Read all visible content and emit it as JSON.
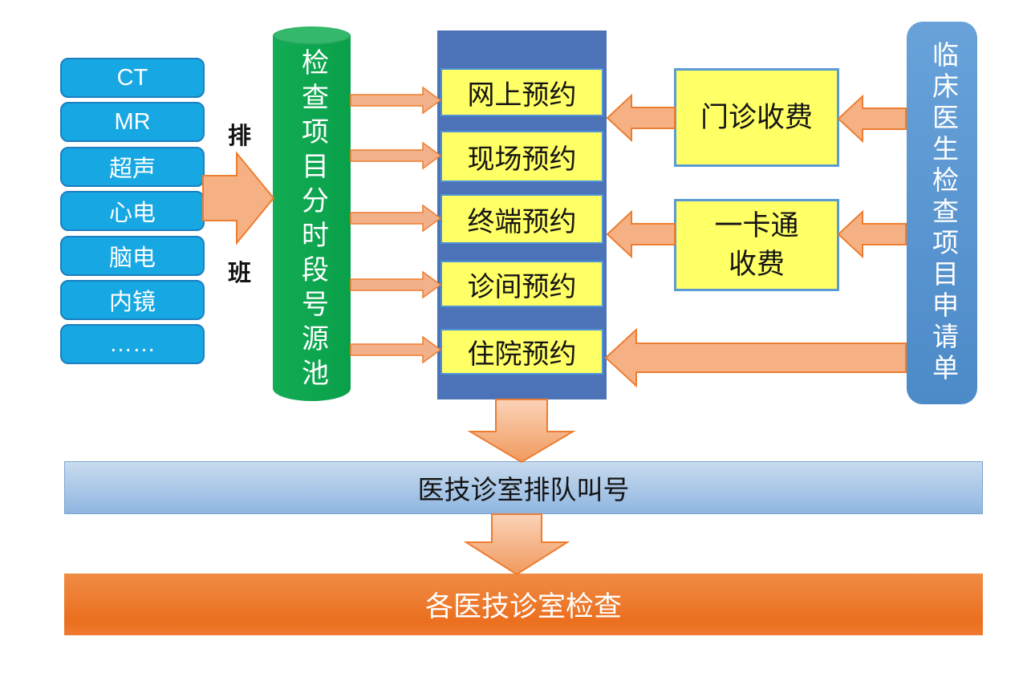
{
  "modalities": {
    "items": [
      "CT",
      "MR",
      "超声",
      "心电",
      "脑电",
      "内镜",
      "……"
    ]
  },
  "scheduling": {
    "top_label": "排",
    "bottom_label": "班"
  },
  "pool": {
    "label": "检查项目分时段号源池"
  },
  "booking_channels": {
    "items": [
      "网上预约",
      "现场预约",
      "终端预约",
      "诊间预约",
      "住院预约"
    ]
  },
  "payments": {
    "items": [
      "门诊收费",
      "一卡通\n收费"
    ]
  },
  "request_form": {
    "label": "临床医生检查项目申请单"
  },
  "queue": {
    "label": "医技诊室排队叫号"
  },
  "exam": {
    "label": "各医技诊室检查"
  },
  "colors": {
    "modality_fill": "#17A7E2",
    "modality_border": "#1C7FC0",
    "cylinder_green": "#0DA64F",
    "panel_blue": "#4C73B8",
    "box_yellow": "#FFFF66",
    "yellow_border": "#5B9BD5",
    "arrow_fill": "#F5B183",
    "arrow_stroke": "#ED7D31",
    "request_blue": "#5B9BD5",
    "queue_bar_blue": "#A7C6E7",
    "exam_bar_orange": "#ED7423"
  }
}
